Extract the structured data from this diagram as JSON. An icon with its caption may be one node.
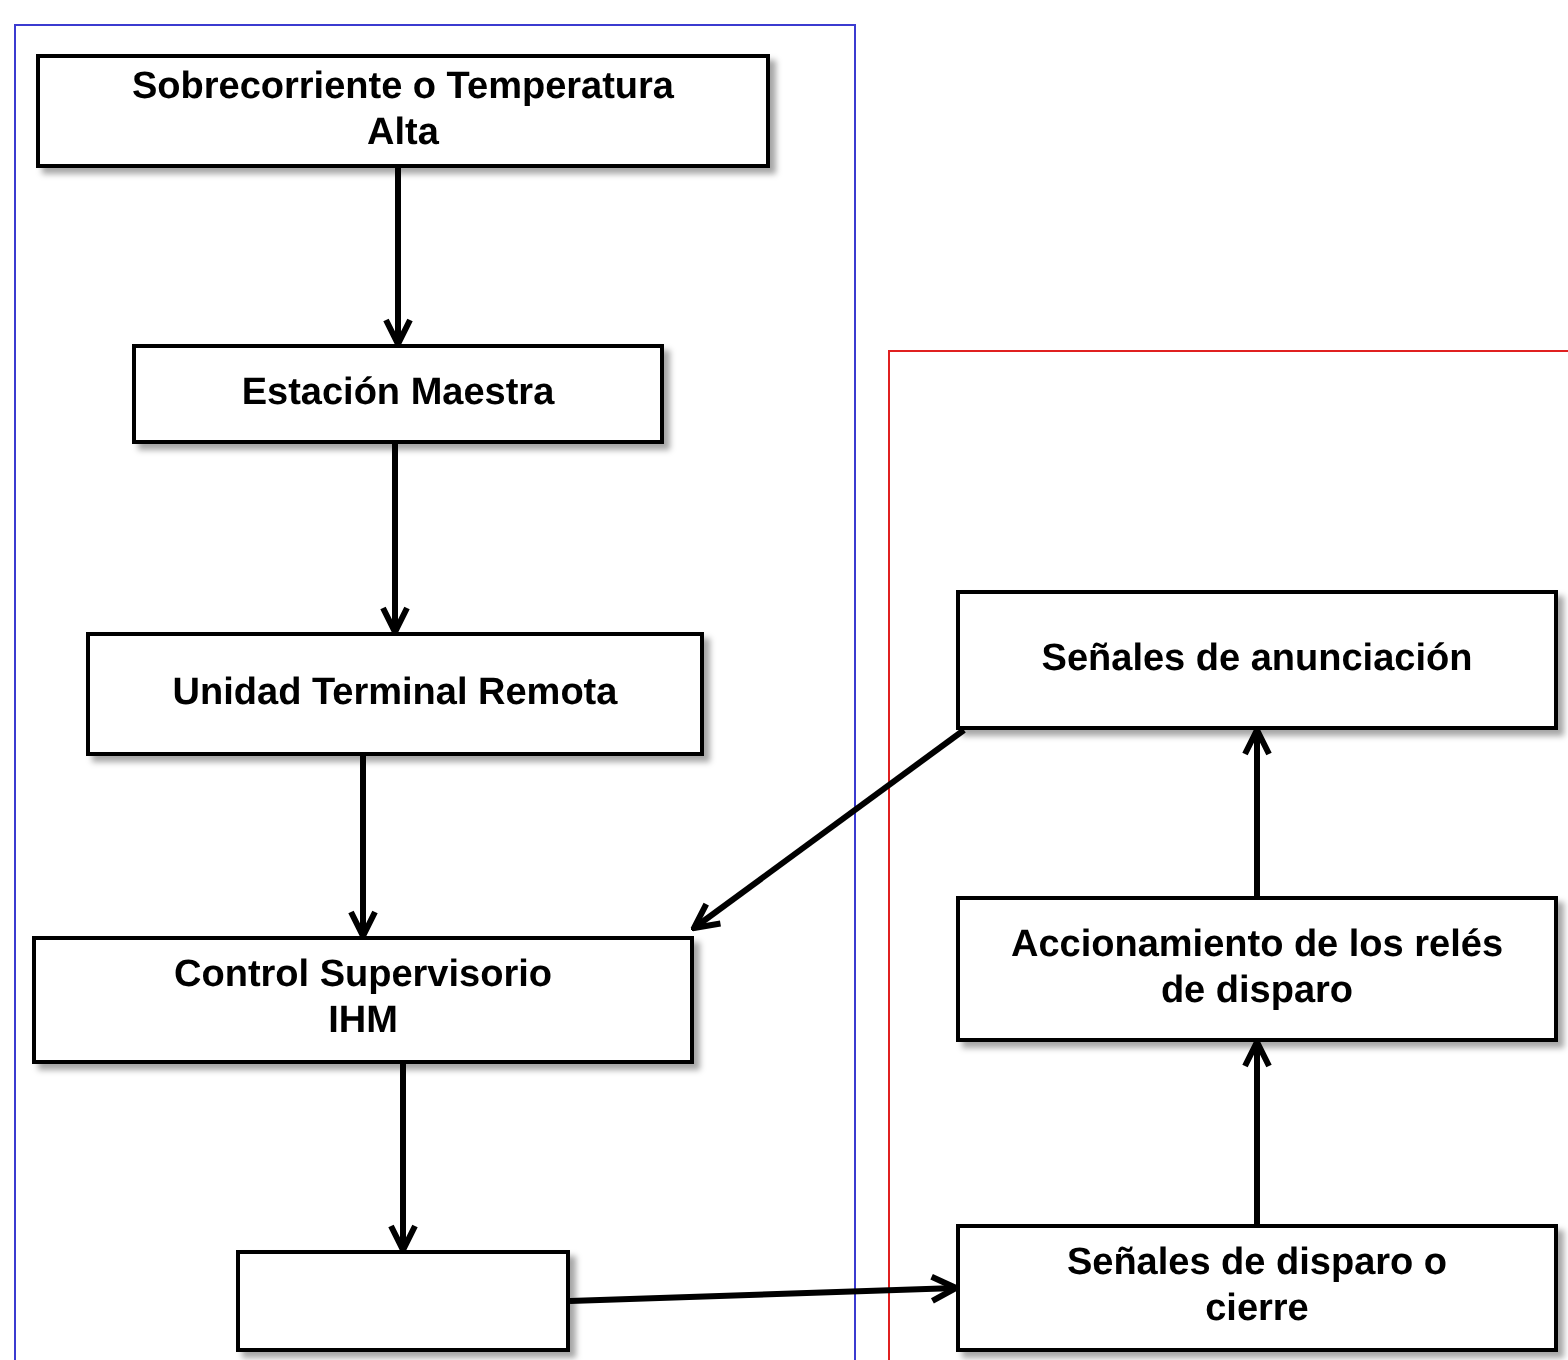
{
  "diagram": {
    "nodes": [
      {
        "text": [
          "Sobrecorriente o Temperatura Alta"
        ]
      },
      {
        "text": [
          "Estación Maestra"
        ]
      },
      {
        "text": [
          "Unidad Terminal Remota"
        ]
      },
      {
        "text": [
          "Control Supervisorio IHM"
        ]
      },
      {
        "text": [],
        "shape": "box"
      },
      {
        "text": [
          "Señales de anunciación"
        ]
      },
      {
        "text": [
          "Accionamiento de los relés de disparo"
        ]
      },
      {
        "text": [
          "Señales de disparo o cierre"
        ]
      }
    ],
    "edges": [
      {
        "from": 0,
        "to": 1,
        "arrow": "to"
      },
      {
        "from": 1,
        "to": 2,
        "arrow": "to"
      },
      {
        "from": 2,
        "to": 3,
        "arrow": "to"
      },
      {
        "from": 3,
        "to": 4,
        "arrow": "to"
      },
      {
        "from": 4,
        "to": 7,
        "arrow": "to"
      },
      {
        "from": 7,
        "to": 6,
        "arrow": "to"
      },
      {
        "from": 6,
        "to": 5,
        "arrow": "to"
      },
      {
        "from": 5,
        "to": 3,
        "arrow": "to"
      }
    ]
  }
}
